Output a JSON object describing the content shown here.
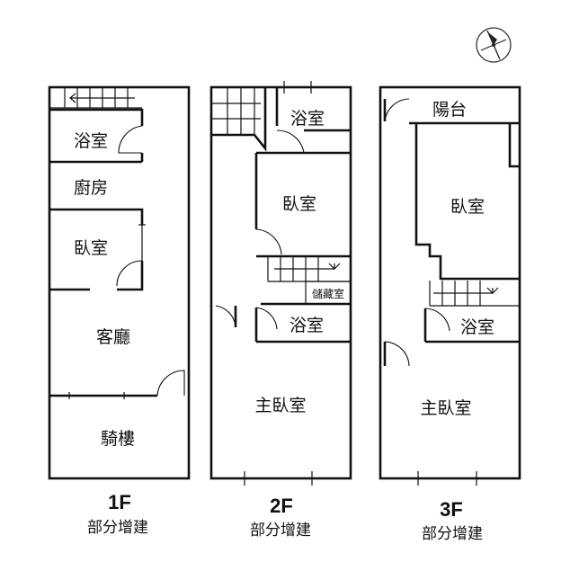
{
  "floors": [
    {
      "name": "1F",
      "note": "部分增建",
      "rooms": {
        "bath": "浴室",
        "kitchen": "廚房",
        "bedroom": "臥室",
        "living": "客廳",
        "arcade": "騎樓"
      }
    },
    {
      "name": "2F",
      "note": "部分增建",
      "rooms": {
        "bath_top": "浴室",
        "bedroom": "臥室",
        "storage": "儲藏室",
        "bath_mid": "浴室",
        "master": "主臥室"
      }
    },
    {
      "name": "3F",
      "note": "部分增建",
      "rooms": {
        "balcony": "陽台",
        "bedroom": "臥室",
        "bath": "浴室",
        "master": "主臥室"
      }
    }
  ],
  "compass": "compass-icon"
}
